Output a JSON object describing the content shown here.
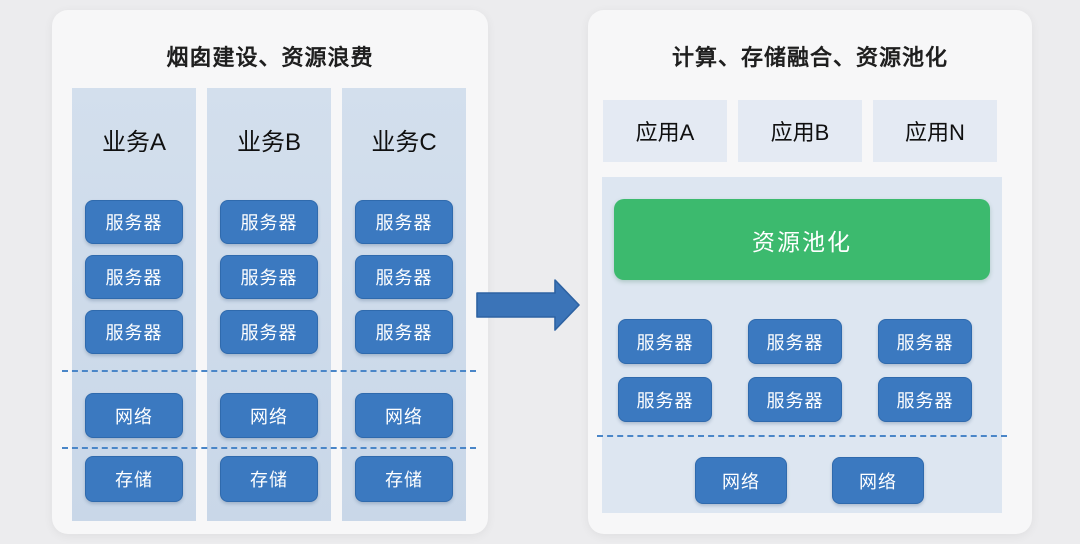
{
  "left_panel": {
    "title": "烟囱建设、资源浪费",
    "columns": [
      {
        "label": "业务A",
        "servers": [
          "服务器",
          "服务器",
          "服务器"
        ],
        "network": "网络",
        "storage": "存储"
      },
      {
        "label": "业务B",
        "servers": [
          "服务器",
          "服务器",
          "服务器"
        ],
        "network": "网络",
        "storage": "存储"
      },
      {
        "label": "业务C",
        "servers": [
          "服务器",
          "服务器",
          "服务器"
        ],
        "network": "网络",
        "storage": "存储"
      }
    ]
  },
  "right_panel": {
    "title": "计算、存储融合、资源池化",
    "apps": [
      "应用A",
      "应用B",
      "应用N"
    ],
    "pool_label": "资源池化",
    "servers": [
      "服务器",
      "服务器",
      "服务器",
      "服务器",
      "服务器",
      "服务器"
    ],
    "networks": [
      "网络",
      "网络"
    ]
  },
  "icons": {
    "arrow": "right-block-arrow"
  },
  "colors": {
    "box_blue": "#3b79c0",
    "box_blue_border": "#2f6aad",
    "pool_green": "#3cba6e",
    "dashed_line_blue": "#4a86c8",
    "silo_column_bg": "#cdd9e8",
    "app_box_bg": "#e4eaf3",
    "pool_panel_bg": "#dde6f1",
    "card_bg": "#f7f7f8",
    "page_bg": "#ececee"
  }
}
